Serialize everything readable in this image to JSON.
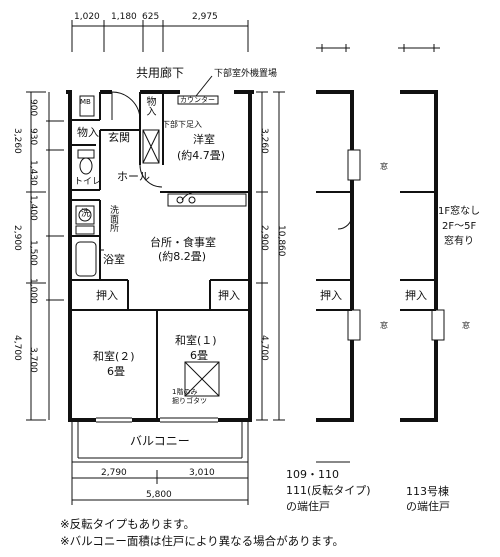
{
  "top_dimensions": [
    "1,020",
    "1,180",
    "625",
    "2,975"
  ],
  "corridor_label": "共用廊下",
  "outdoor_unit_label": "下部室外機置場",
  "counter_label": "カウンター",
  "underfloor_access_label": "下部下足入",
  "meter_box_label": "MB",
  "rooms": {
    "storage_top": "物入",
    "storage_left": "物入",
    "entrance": "玄関",
    "western_room": "洋室",
    "western_room_size": "(約4.7畳)",
    "toilet": "トイレ",
    "hall": "ホール",
    "washing_machine": "洗",
    "washroom": "洗面所",
    "bath": "浴室",
    "kitchen_dining": "台所・食事室",
    "kitchen_dining_size": "(約8.2畳)",
    "closet_left": "押入",
    "closet_right": "押入",
    "japanese_room_2": "和室(２)",
    "japanese_room_2_size": "6畳",
    "japanese_room_1": "和室(１)",
    "japanese_room_1_size": "6畳",
    "first_floor_grating": "1階のみ",
    "first_floor_grating_2": "掘りゴタツ",
    "balcony": "バルコニー"
  },
  "left_dimensions": [
    "900",
    "930",
    "1,430",
    "1,400",
    "1,500",
    "1,000",
    "3,700"
  ],
  "left_outer_dimensions": [
    "3,260",
    "2,900",
    "4,700"
  ],
  "right_dimensions": [
    "3,260",
    "2,900",
    "4,700"
  ],
  "right_total_dimension": "10,860",
  "bottom_dimensions": [
    "2,790",
    "3,010"
  ],
  "bottom_total_dimension": "5,800",
  "end_unit_a": {
    "label_line1": "109・110",
    "label_line2": "111(反転タイプ)",
    "label_line3": "の端住戸",
    "closet": "押入",
    "window_1": "窓",
    "window_2": "窓"
  },
  "end_unit_b": {
    "label_line1": "113号棟",
    "label_line2": "の端住戸",
    "closet": "押入",
    "window": "窓",
    "note_line1": "1F窓なし",
    "note_line2": "2F～5F",
    "note_line3": "窓有り"
  },
  "footnotes": [
    "※反転タイプもあります。",
    "※バルコニー面積は住戸により異なる場合があります。"
  ]
}
